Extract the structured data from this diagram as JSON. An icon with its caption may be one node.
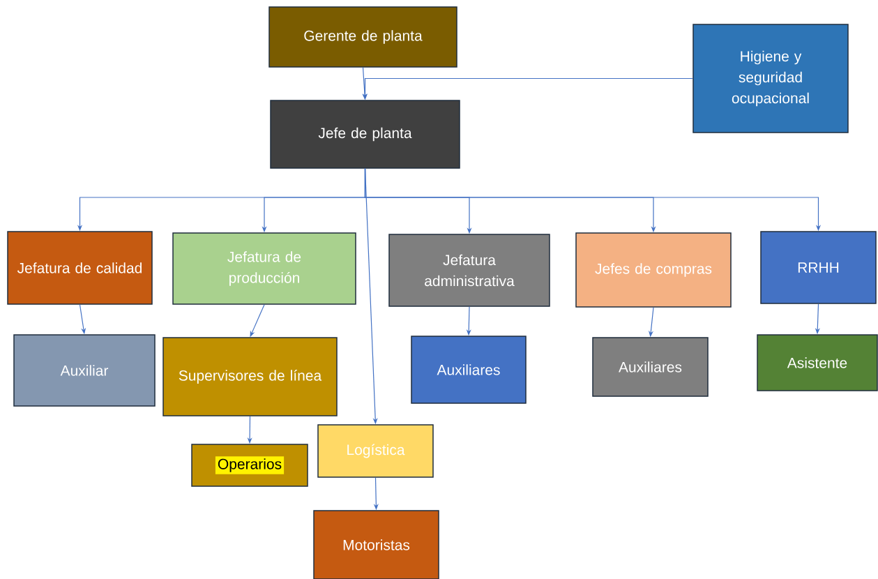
{
  "diagram": {
    "nodes": [
      {
        "text": [
          "Gerente de planta"
        ]
      },
      {
        "text": [
          "Higiene y seguridad ocupacional"
        ]
      },
      {
        "text": [
          "Jefe de planta"
        ]
      },
      {
        "text": [
          "Jefatura de calidad"
        ]
      },
      {
        "text": [
          "Jefatura de producción"
        ]
      },
      {
        "text": [
          "Jefatura administrativa"
        ]
      },
      {
        "text": [
          "Jefes de compras"
        ]
      },
      {
        "text": [
          "RRHH"
        ]
      },
      {
        "text": [
          "Auxiliar"
        ]
      },
      {
        "text": [
          "Supervisores de línea"
        ]
      },
      {
        "text": [
          "Auxiliares"
        ]
      },
      {
        "text": [
          "Auxiliares"
        ]
      },
      {
        "text": [
          "Asistente"
        ]
      },
      {
        "text": [
          "Logística"
        ]
      },
      {
        "text": [
          "Operarios"
        ]
      },
      {
        "text": [
          "Motoristas"
        ]
      }
    ],
    "edges": [
      {
        "from": 0,
        "to": 2,
        "arrow": "to"
      },
      {
        "from": 1,
        "to": 2,
        "arrow": "to"
      },
      {
        "from": 2,
        "to": 3,
        "arrow": "to"
      },
      {
        "from": 2,
        "to": 4,
        "arrow": "to"
      },
      {
        "from": 2,
        "to": 5,
        "arrow": "to"
      },
      {
        "from": 2,
        "to": 6,
        "arrow": "to"
      },
      {
        "from": 2,
        "to": 7,
        "arrow": "to"
      },
      {
        "from": 2,
        "to": 13,
        "arrow": "to"
      },
      {
        "from": 3,
        "to": 8,
        "arrow": "to"
      },
      {
        "from": 4,
        "to": 9,
        "arrow": "to"
      },
      {
        "from": 5,
        "to": 10,
        "arrow": "to"
      },
      {
        "from": 6,
        "to": 11,
        "arrow": "to"
      },
      {
        "from": 7,
        "to": 12,
        "arrow": "to"
      },
      {
        "from": 9,
        "to": 14,
        "arrow": "to"
      },
      {
        "from": 13,
        "to": 15,
        "arrow": "to"
      }
    ]
  }
}
